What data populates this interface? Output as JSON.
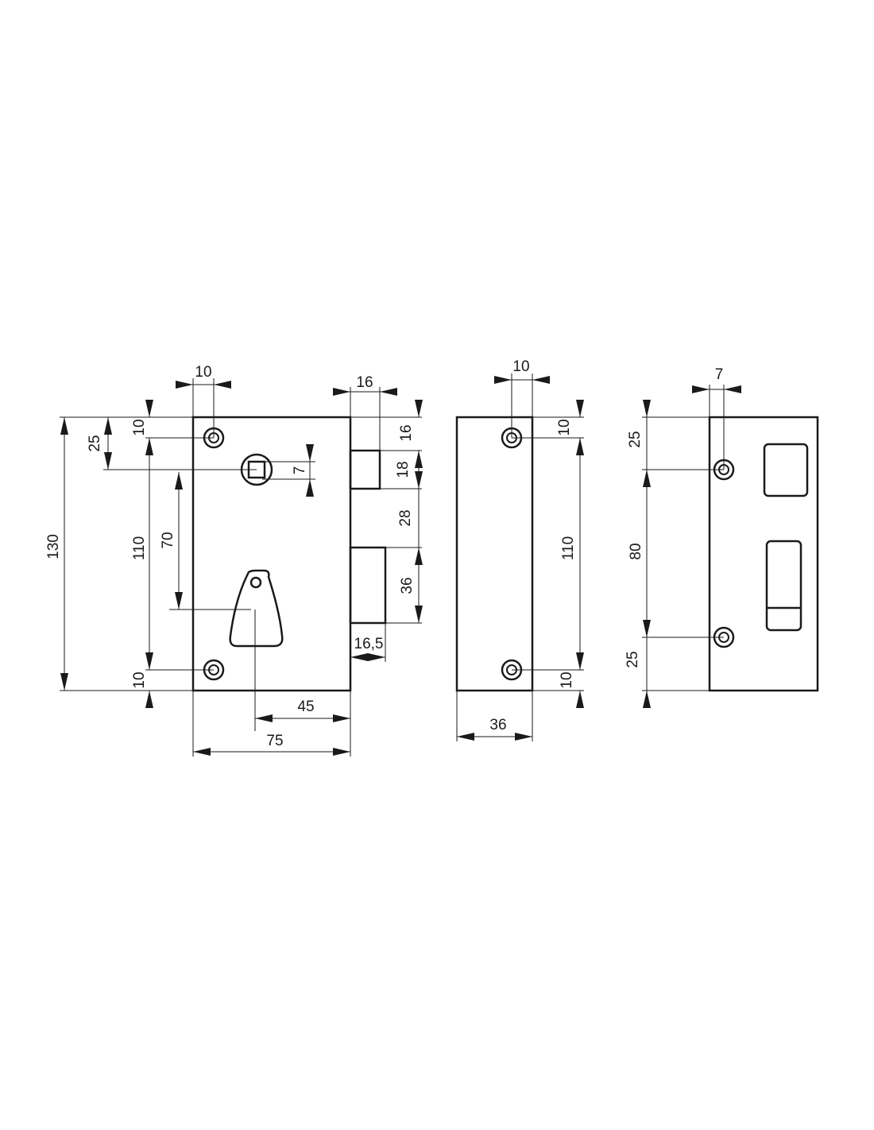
{
  "colors": {
    "line": "#1a1a1a",
    "background": "#ffffff"
  },
  "front_view": {
    "dims": {
      "screw_offset_x": "10",
      "latch_projection": "16",
      "overall_height": "130",
      "spindle_from_top": "25",
      "screw_top_offset": "10",
      "screw_spacing": "110",
      "screw_bottom_offset": "10",
      "spindle_to_key": "70",
      "spindle_square": "7",
      "latch_top": "16",
      "latch_height": "18",
      "latch_bolt_gap": "28",
      "bolt_height": "36",
      "bolt_projection": "16,5",
      "backset": "45",
      "width": "75"
    }
  },
  "side_view": {
    "dims": {
      "screw_offset_x": "10",
      "screw_top_offset": "10",
      "screw_spacing": "110",
      "screw_bottom_offset": "10",
      "depth": "36"
    }
  },
  "keeper_view": {
    "dims": {
      "screw_offset_x": "7",
      "top_offset": "25",
      "screw_spacing": "80",
      "bottom_offset": "25"
    }
  }
}
